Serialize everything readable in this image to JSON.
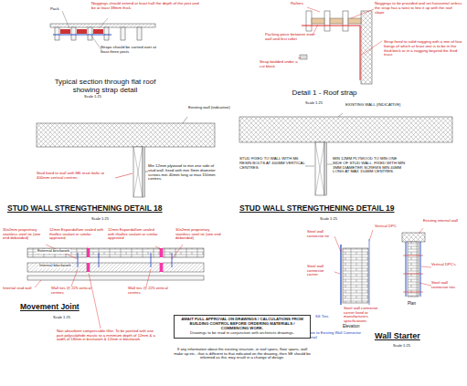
{
  "diagram": {
    "nodes": [
      {
        "text": [
          "AWAIT FULL APPROVAL ON DRAWINGS / CALCULATIONS FROM BUILDING CONTROL BEFORE ORDERING MATERIALS / COMMENCING WORK.",
          "Drawings to be read in conjunction with architects drawings."
        ]
      }
    ],
    "edges": [],
    "labels": [
      "Pack",
      "Noggings should extend at least half the depth of the joist and be at least 38mm thick.",
      "Straps should be carried over at least three joists",
      "Typical section through flat roof showing strap detail",
      "Scale 1:25",
      "Rafters",
      "Noggings to be provided and set horizontal unless the strap has a twist to line it up with the roof slope",
      "Packing piece between inner wall and first rafter",
      "Strap bedded under a cut block",
      "Strap fixed to solid nogging with a min of four fixings of which at least one is to be in the third brick or in a nogging beyond the third truss",
      "Detail 1 - Roof strap",
      "Scale 1:25",
      "Existing wall (indicative)",
      "Stud fixed to wall with M6 resin bolts at 400mm vertical centres",
      "Min 12mm plywood to min one side of stud wall. fixed with min 3mm diameter screws min 40mm long at max 150mm centres.",
      "STUD WALL STRENGTHENING DETAIL 18",
      "Scale 1:25",
      "EXISTING WALL (INDICATIVE)",
      "STUD FIXED TO WALL WITH M6 RESIN BOLTS AT 400MM VERTICAL CENTRES",
      "MIN 12MM PLYWOOD TO MIN ONE SIDE OF STUD WALL. FIXED WITH MIN 3MM DIAMETER SCREWS MIN 40MM LONG AT MAX 150MM CENTRES.",
      "STUD WALL STRENGTHENING DETAIL 19",
      "Scale 1:25",
      "30x2mm proprietary stainless steel tie (one end debonded)",
      "12mm Expandaflam sealed with thiollex sealant or similar approved",
      "External brickwork",
      "Internal blockwork",
      "Internal stud wall",
      "Wall ties @ 225 vertical centres",
      "12mm Expandaflam sealed with thiollex sealant or similar approved",
      "30x2mm proprietary stainless steel tie (one end debonded)",
      "Wall ties @ 225 vertical centres",
      "Movement Joint",
      "Scale 1:25",
      "Non absorbent compressible filler. To be pointed with one part polysulphide mastic to a minimum depth of 12mm & a width of 18mm in brickwork & 12mm in blockwork",
      "Steel wall connector tie",
      "Steel wall connector carrier",
      "Steel wall connector carrier fixed to manufacturers specifications",
      "Vertical DPC",
      "Existing internal wall",
      "Vertical DPC's",
      "Steel wall connector ties",
      "Elevation",
      "Plan",
      "SS Ties",
      "Note to Existing Wall Connector Detail",
      "Wall Starter",
      "Scale 1:25",
      "If any information about the existing structure, ie roof spans, floor spans, wall make up etc., that is different to that indicated on the drawing, then SE should be informed as this may result in a change of design."
    ]
  }
}
